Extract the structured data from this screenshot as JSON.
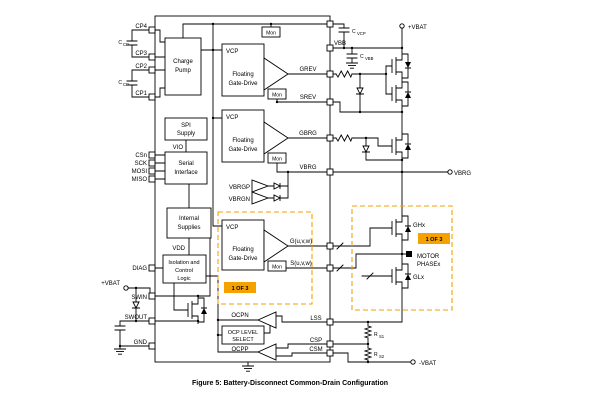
{
  "caption": "Figure 5: Battery-Disconnect Common-Drain Configuration",
  "colors": {
    "accent_orange": "#F5A200",
    "wire": "#000000",
    "background": "#FFFFFF"
  },
  "blocks": {
    "charge_pump": [
      "Charge",
      "Pump"
    ],
    "spi_supply": [
      "SPI",
      "Supply"
    ],
    "serial_interface": [
      "Serial",
      "Interface"
    ],
    "internal_supplies": [
      "Internal",
      "Supplies"
    ],
    "isolation_logic": [
      "Isolation and",
      "Control",
      "Logic"
    ],
    "gate_drive": [
      "Floating",
      "Gate-Drive"
    ],
    "vcp": "VCP",
    "mon": "Mon",
    "ocp_level_select": [
      "OCP LEVEL",
      "SELECT"
    ],
    "one_of_three": "1 OF 3"
  },
  "pins_left": {
    "cp4": "CP4",
    "cp3": "CP3",
    "cp2": "CP2",
    "cp1": "CP1",
    "csn": "CSn",
    "sck": "SCK",
    "mosi": "MOSI",
    "miso": "MISO",
    "diag": "DIAG",
    "swin": "SWIN",
    "swout": "SWOUT",
    "gnd": "GND"
  },
  "pins_right": {
    "vbb": "VBB",
    "grev": "GREV",
    "srev": "SREV",
    "gbrg": "GBRG",
    "vbrg": "VBRG",
    "g_uvw": "G(u,v,w)",
    "s_uvw": "S(u,v,w)",
    "lss": "LSS",
    "csp": "CSP",
    "csm": "CSM"
  },
  "internal_labels": {
    "vio": "VIO",
    "vdd": "VDD",
    "vbrgp": "VBRGP",
    "vbrgn": "VBRGN",
    "ocpn": "OCPN",
    "ocpp": "OCPP"
  },
  "external_labels": {
    "vbat_pos": "+VBAT",
    "vbat_neg": "-VBAT",
    "vbrg_rail": "VBRG",
    "ghx": "GHx",
    "glx": "GLx",
    "motor_phase": [
      "MOTOR",
      "PHASEx"
    ]
  },
  "components": {
    "c_cp": {
      "name": "C",
      "sub": "CP"
    },
    "c_vcp": {
      "name": "C",
      "sub": "VCP"
    },
    "c_vbb": {
      "name": "C",
      "sub": "VBB"
    },
    "rs1": {
      "name": "R",
      "sub": "S1"
    },
    "rs2": {
      "name": "R",
      "sub": "S2"
    }
  }
}
